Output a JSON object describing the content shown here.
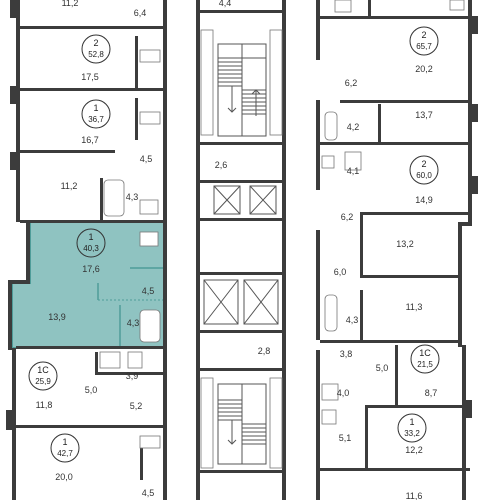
{
  "colors": {
    "wall": "#3c3c3c",
    "highlight_fill": "#8fc3c1",
    "highlight_stroke": "#4f9c99",
    "background": "#ffffff",
    "badge_circle": "#333333"
  },
  "apartments": [
    {
      "id": "apt-left-1",
      "rooms": "2",
      "area": "52,8",
      "highlighted": false
    },
    {
      "id": "apt-left-2",
      "rooms": "1",
      "area": "36,7",
      "highlighted": false
    },
    {
      "id": "apt-left-3",
      "rooms": "1",
      "area": "40,3",
      "highlighted": true
    },
    {
      "id": "apt-left-4",
      "rooms": "1С",
      "area": "25,9",
      "highlighted": false
    },
    {
      "id": "apt-left-5",
      "rooms": "1",
      "area": "42,7",
      "highlighted": false
    },
    {
      "id": "apt-right-1",
      "rooms": "2",
      "area": "65,7",
      "highlighted": false
    },
    {
      "id": "apt-right-2",
      "rooms": "2",
      "area": "60,0",
      "highlighted": false
    },
    {
      "id": "apt-right-3",
      "rooms": "1С",
      "area": "21,5",
      "highlighted": false
    },
    {
      "id": "apt-right-4",
      "rooms": "1",
      "area": "33,2",
      "highlighted": false
    }
  ],
  "room_labels": [
    "11,2",
    "6,4",
    "4,4",
    "17,5",
    "16,7",
    "4,5",
    "11,2",
    "4,3",
    "2,6",
    "17,6",
    "4,5",
    "13,9",
    "4,3",
    "2,8",
    "3,9",
    "5,0",
    "11,8",
    "5,2",
    "20,0",
    "4,5",
    "20,2",
    "6,2",
    "4,2",
    "13,7",
    "4,1",
    "14,9",
    "6,2",
    "13,2",
    "6,0",
    "11,3",
    "4,3",
    "3,8",
    "5,0",
    "4,0",
    "8,7",
    "12,2",
    "5,1",
    "11,6"
  ]
}
